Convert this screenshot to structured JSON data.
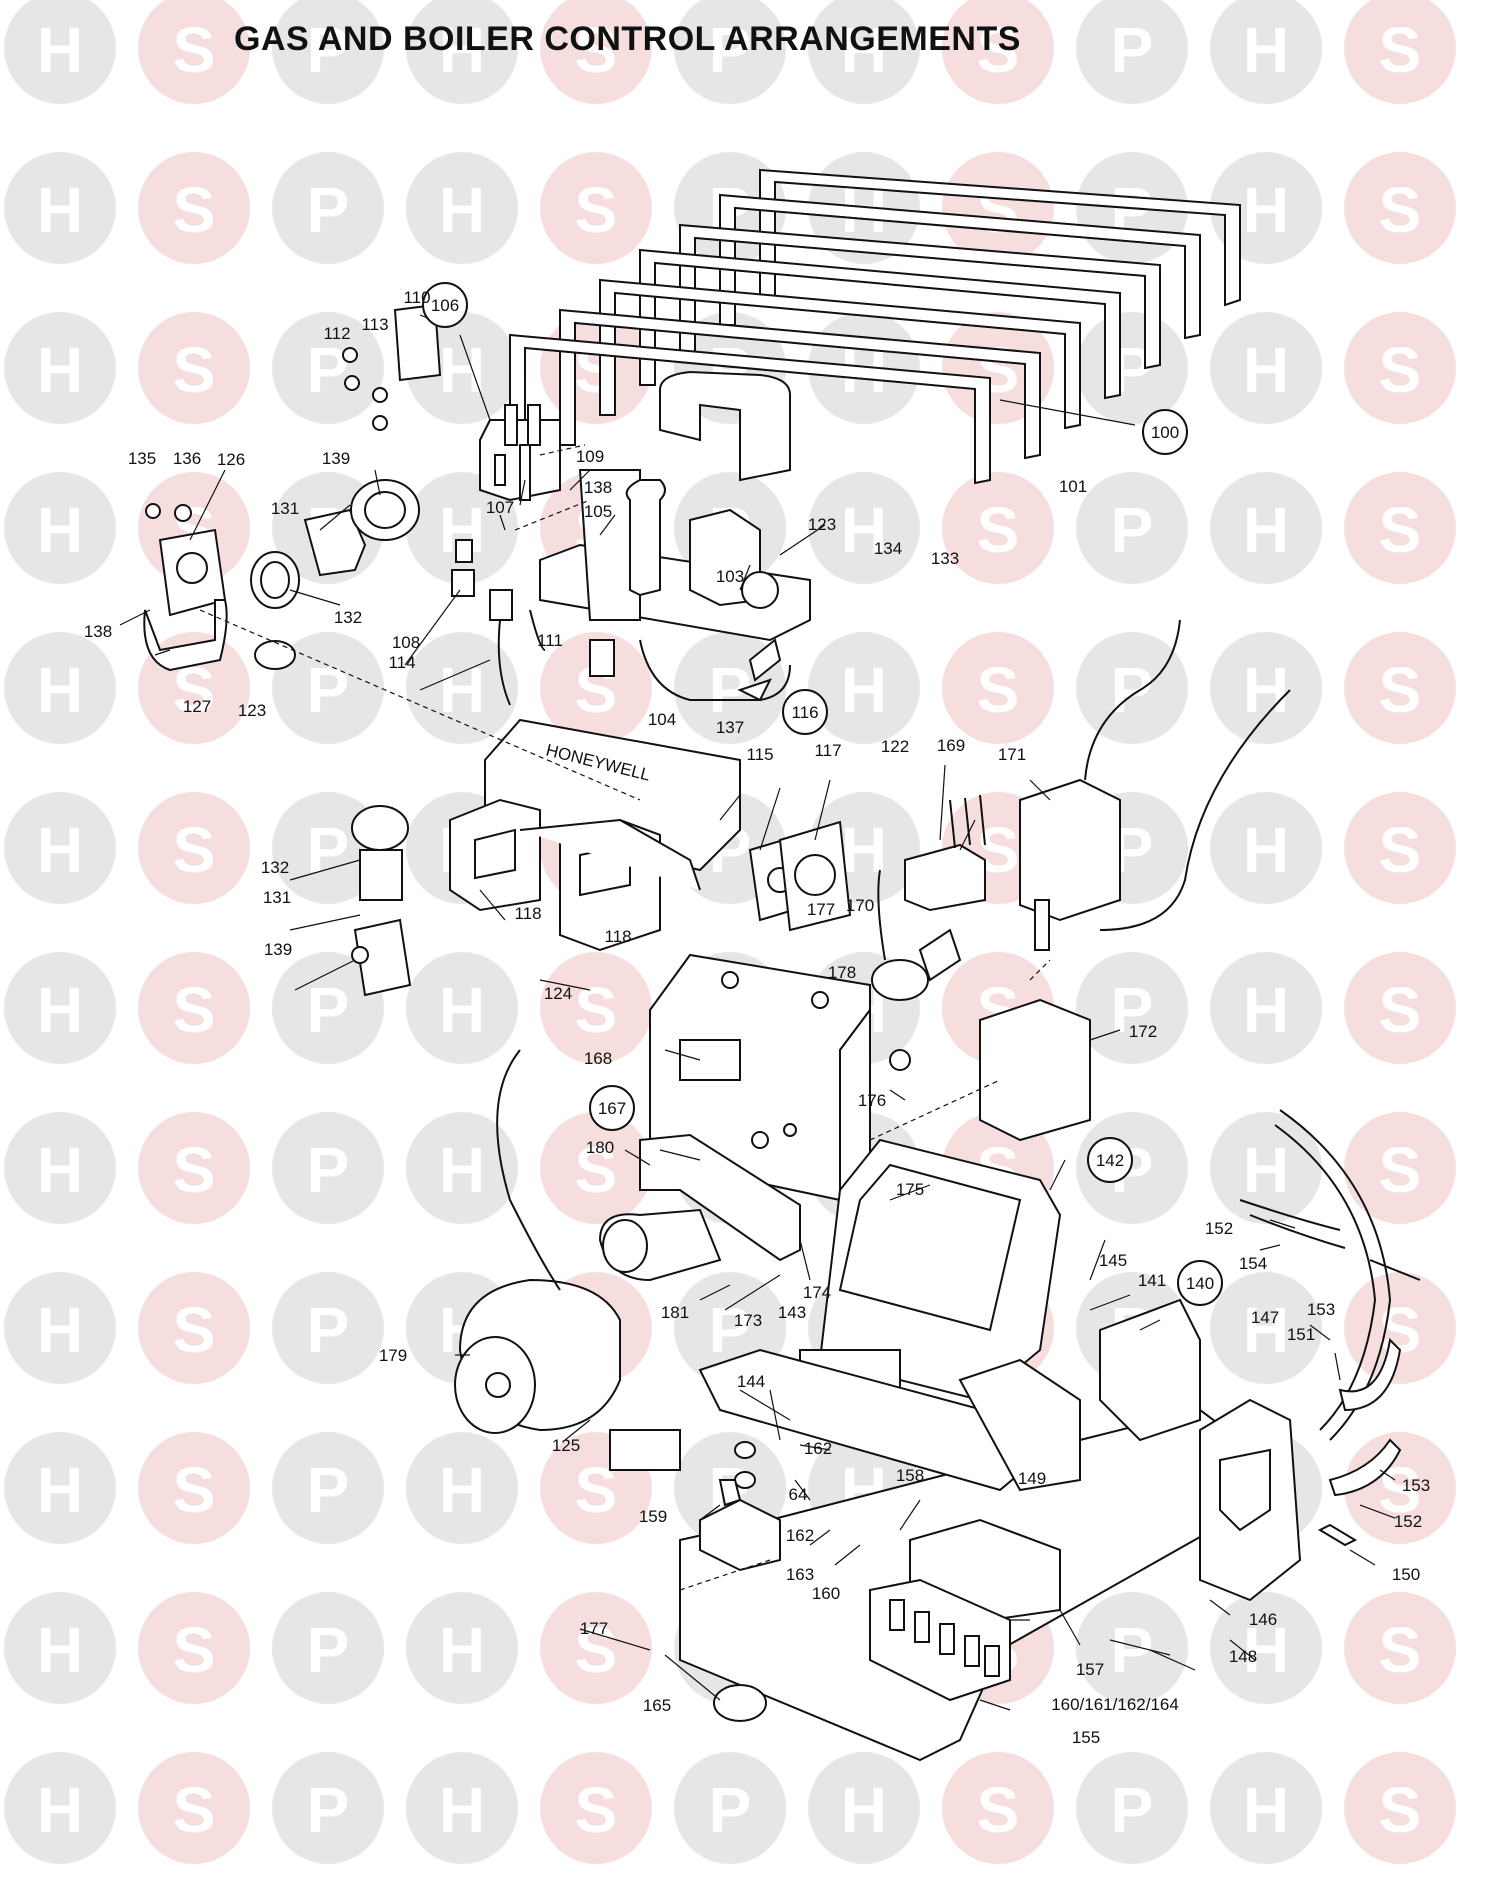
{
  "title": "GAS AND BOILER CONTROL ARRANGEMENTS",
  "watermark": {
    "letters": [
      "H",
      "S",
      "P"
    ],
    "colors": {
      "grey_circle": "#e6e6e6",
      "pink_circle": "#f6dede",
      "letter": "#ffffff"
    }
  },
  "brand_text": "HONEYWELL",
  "labels": {
    "p100": "100",
    "p101": "101",
    "p103": "103",
    "p104": "104",
    "p105": "105",
    "p106": "106",
    "p107": "107",
    "p108": "108",
    "p109": "109",
    "p110": "110",
    "p111": "111",
    "p112": "112",
    "p113": "113",
    "p114": "114",
    "p115": "115",
    "p116": "116",
    "p117": "117",
    "p118a": "118",
    "p118b": "118",
    "p122": "122",
    "p123a": "123",
    "p123b": "123",
    "p124": "124",
    "p125": "125",
    "p126": "126",
    "p127": "127",
    "p131a": "131",
    "p131b": "131",
    "p132a": "132",
    "p132b": "132",
    "p133": "133",
    "p134": "134",
    "p135": "135",
    "p136": "136",
    "p137": "137",
    "p138a": "138",
    "p138b": "138",
    "p139a": "139",
    "p139b": "139",
    "p140": "140",
    "p141": "141",
    "p142": "142",
    "p143": "143",
    "p144": "144",
    "p145": "145",
    "p146": "146",
    "p147": "147",
    "p148": "148",
    "p149": "149",
    "p150": "150",
    "p151": "151",
    "p152a": "152",
    "p152b": "152",
    "p153a": "153",
    "p153b": "153",
    "p154": "154",
    "p155": "155",
    "p157": "157",
    "p158": "158",
    "p159": "159",
    "p160": "160",
    "p160_164": "160/161/162/164",
    "p162a": "162",
    "p162b": "162",
    "p163": "163",
    "p164": "64",
    "p165": "165",
    "p167": "167",
    "p168": "168",
    "p169": "169",
    "p170": "170",
    "p171": "171",
    "p172": "172",
    "p173": "173",
    "p174": "174",
    "p175": "175",
    "p176": "176",
    "p177a": "177",
    "p177b": "177",
    "p178": "178",
    "p179": "179",
    "p180": "180",
    "p181": "181"
  }
}
